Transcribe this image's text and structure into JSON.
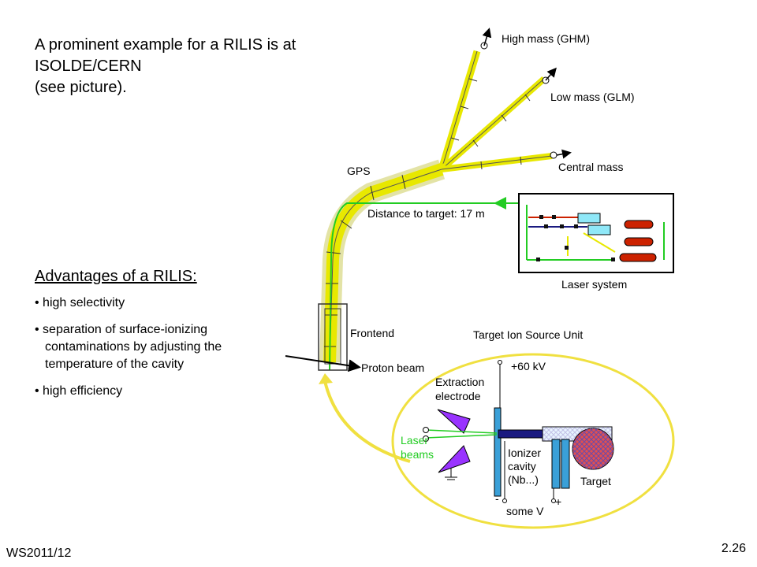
{
  "intro": {
    "line1": "A prominent example for a RILIS is at",
    "line2": "ISOLDE/CERN",
    "line3": "(see picture)."
  },
  "advantages": {
    "title": "Advantages of a RILIS:",
    "items": [
      {
        "text": "high selectivity",
        "cont": []
      },
      {
        "text": "separation of surface-ionizing",
        "cont": [
          "contaminations by adjusting the",
          "temperature of the cavity"
        ]
      },
      {
        "text": "high efficiency",
        "cont": []
      }
    ]
  },
  "diagram": {
    "labels": {
      "high_mass": "High mass (GHM)",
      "low_mass": "Low mass (GLM)",
      "central_mass": "Central mass",
      "gps": "GPS",
      "distance": "Distance to target: 17 m",
      "laser_system": "Laser system",
      "frontend": "Frontend",
      "proton_beam": "Proton beam",
      "tisu": "Target Ion Source Unit",
      "kv": "+60 kV",
      "extraction1": "Extraction",
      "extraction2": "electrode",
      "laser1": "Laser",
      "laser2": "beams",
      "ionizer1": "Ionizer",
      "ionizer2": "cavity",
      "ionizer3": "(Nb...)",
      "target": "Target",
      "minus": "-",
      "plus": "+",
      "some_v": "some V"
    },
    "colors": {
      "beamline_yellow": "#e8e800",
      "laser_green": "#22cc22",
      "ellipse_yellow": "#f0e040",
      "arrow_yellow": "#f0e040",
      "electrode_blue": "#3aa0d8",
      "cavity_purple": "#9933ff",
      "target_red": "#e05050",
      "rod_navy": "#1a1a80",
      "laser_tube_red": "#cc2200"
    }
  },
  "footer": {
    "left": "WS2011/12",
    "right": "2.26"
  }
}
